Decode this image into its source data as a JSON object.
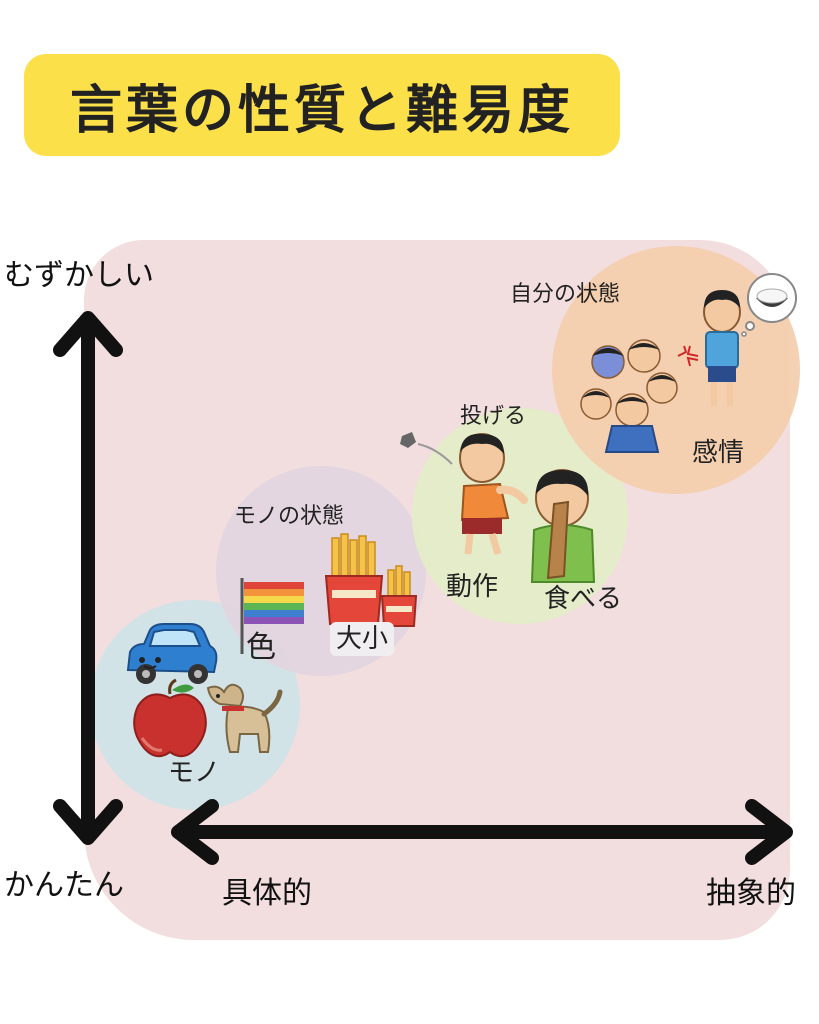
{
  "title": "言葉の性質と難易度",
  "axes": {
    "y_top": "むずかしい",
    "y_bottom": "かんたん",
    "x_left": "具体的",
    "x_right": "抽象的"
  },
  "groups": {
    "mono": {
      "label": "モノ"
    },
    "mono_state": {
      "label": "モノの状態",
      "items": {
        "color": "色",
        "size": "大小"
      }
    },
    "action": {
      "label": "動作",
      "items": {
        "throw": "投げる",
        "eat": "食べる"
      }
    },
    "self_state": {
      "label": "自分の状態",
      "items": {
        "emotion": "感情"
      }
    }
  },
  "colors": {
    "banner": "#fbe04a",
    "panel": "#f2dede",
    "mono_circle": "#cfe3e6",
    "mono_state_circle": "#e2d5df",
    "action_circle": "#e4ecc7",
    "self_state_circle": "#f3cfae"
  }
}
